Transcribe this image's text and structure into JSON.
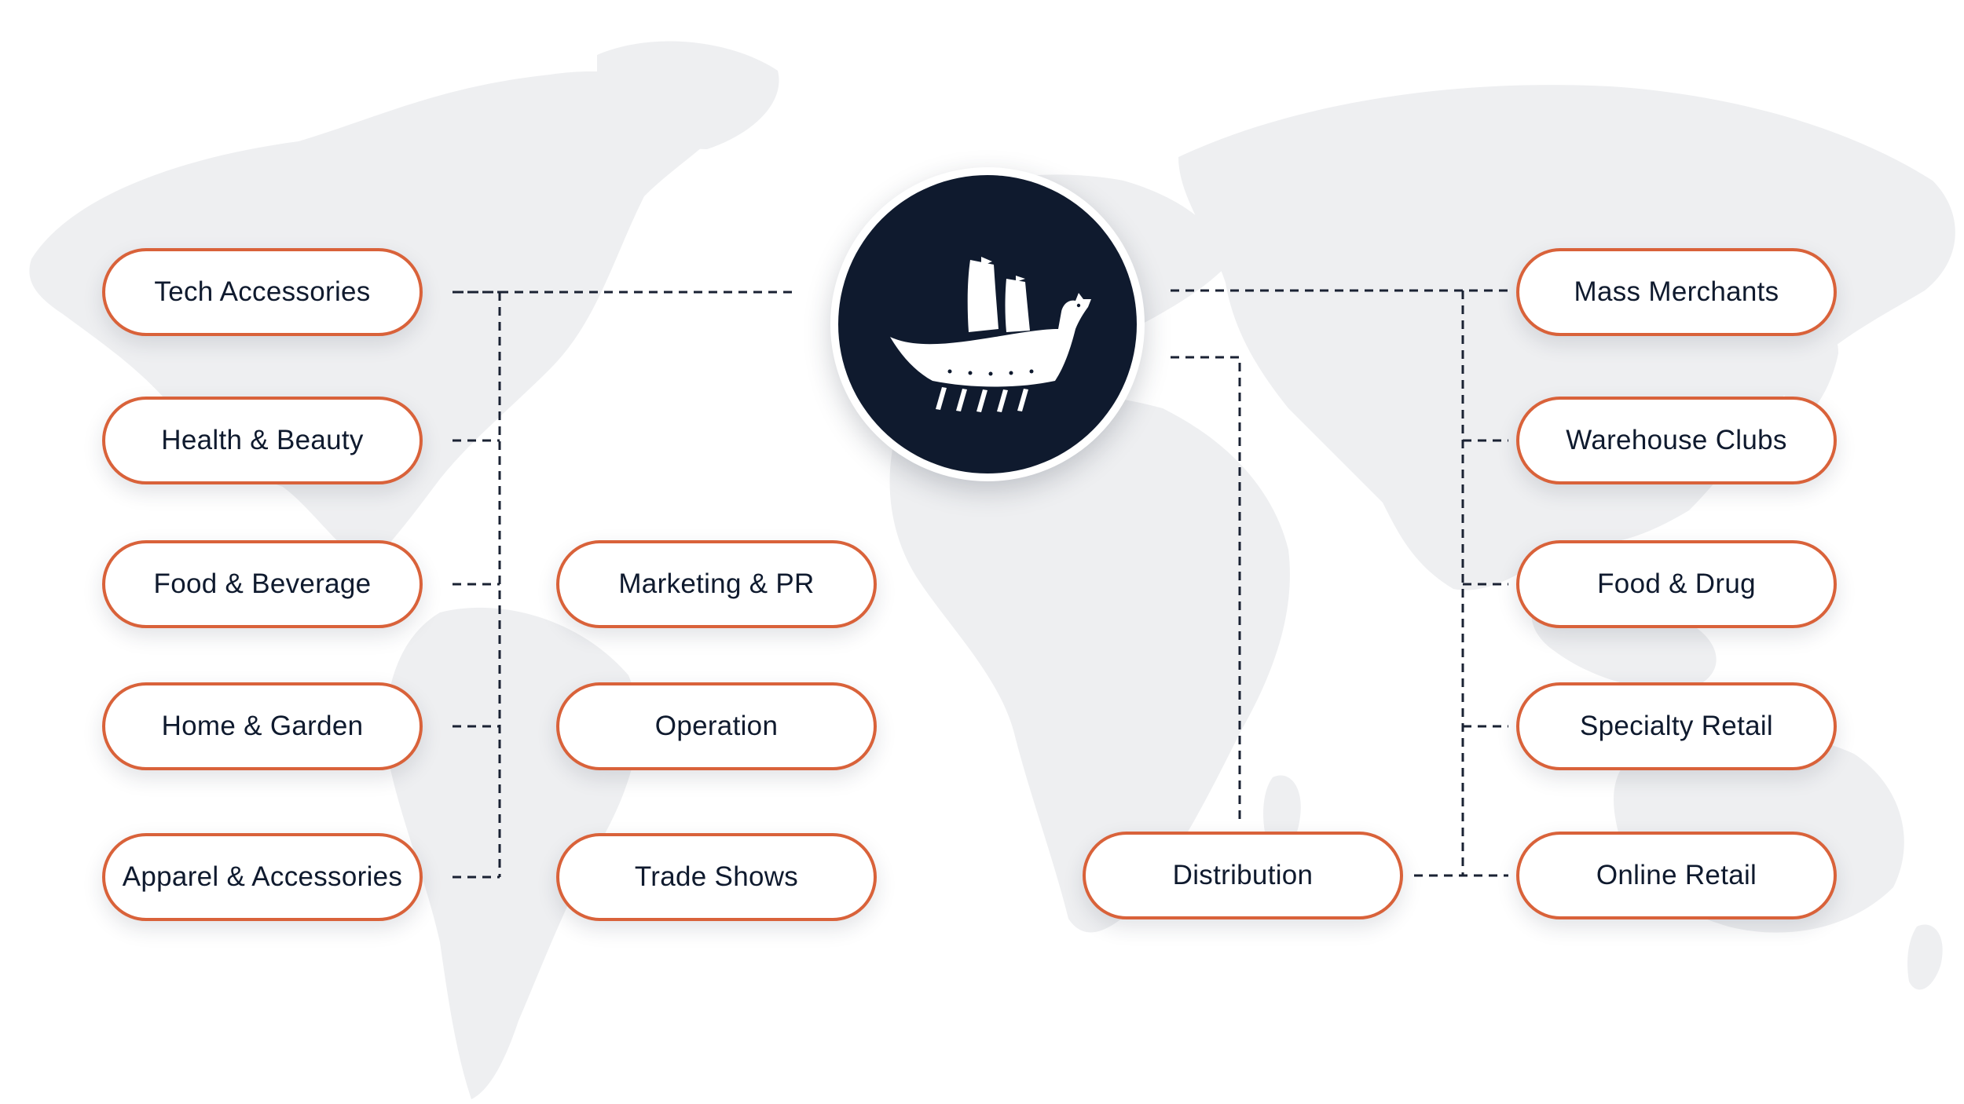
{
  "colors": {
    "accent": "#d9623a",
    "navy": "#0f1a2e",
    "map": "#eeeff1",
    "connector": "#1a2233"
  },
  "icons": {
    "hub": "sailing-ship-icon"
  },
  "categories": [
    "Tech Accessories",
    "Health & Beauty",
    "Food & Beverage",
    "Home & Garden",
    "Apparel & Accessories"
  ],
  "services": [
    "Marketing & PR",
    "Operation",
    "Trade Shows"
  ],
  "distribution": "Distribution",
  "channels": [
    "Mass Merchants",
    "Warehouse Clubs",
    "Food & Drug",
    "Specialty Retail",
    "Online Retail"
  ]
}
